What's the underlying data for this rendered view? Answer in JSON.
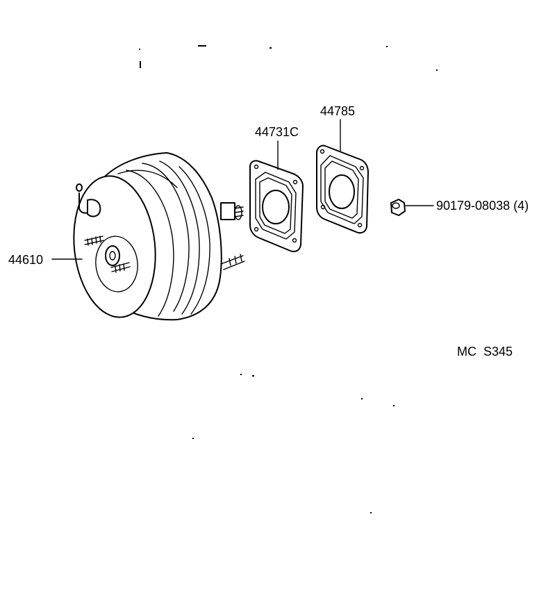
{
  "diagram": {
    "parts": [
      {
        "id": "booster",
        "part_number": "44610"
      },
      {
        "id": "gasket",
        "part_number": "44731C"
      },
      {
        "id": "plate",
        "part_number": "44785"
      },
      {
        "id": "nut",
        "part_number": "90179-08038 (4)"
      }
    ],
    "code": "MC  S345",
    "colors": {
      "line": "#000000",
      "background": "#ffffff"
    }
  }
}
